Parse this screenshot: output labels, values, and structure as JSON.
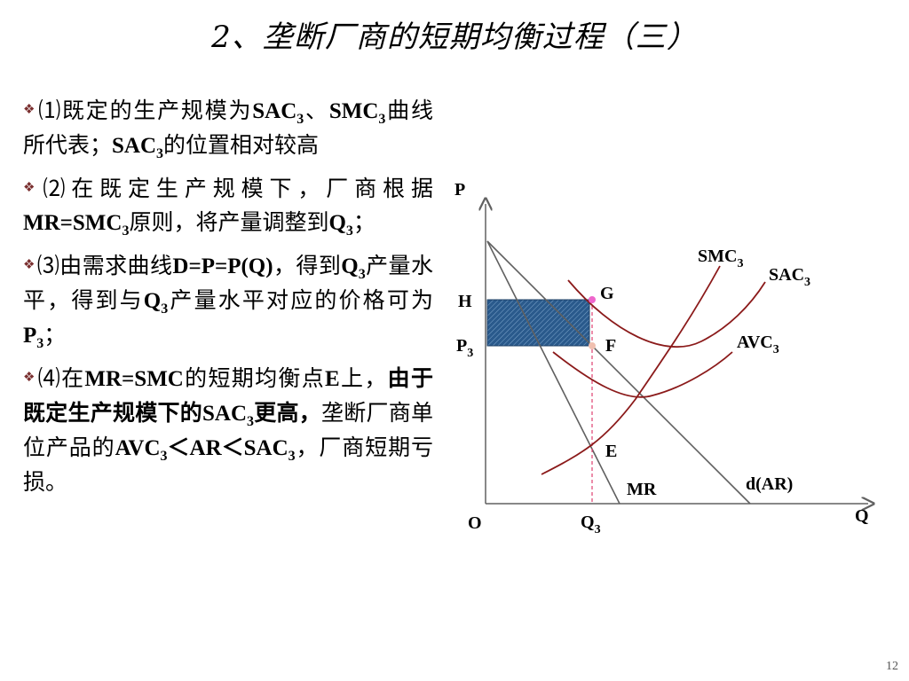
{
  "title": "2、垄断厂商的短期均衡过程（三）",
  "bullets": [
    {
      "marker": "❖",
      "p1": "⑴既定的生产规模为",
      "p2": "SAC",
      "p3": "3",
      "p4": "、",
      "p5": "SMC",
      "p6": "3",
      "p7": "曲线所代表；",
      "p8": "SAC",
      "p9": "3",
      "p10": "的位置相对较高"
    },
    {
      "marker": "❖",
      "p1": "⑵在既定生产规模下，厂商根据",
      "p2": "MR=SMC",
      "p3": "3",
      "p4": "原则，将产量调整到",
      "p5": "Q",
      "p6": "3",
      "p7": "；"
    },
    {
      "marker": "❖",
      "p1": "⑶由需求曲线",
      "p2": "D=P=P(Q)",
      "p3": "，得到",
      "p4": "Q",
      "p5": "3",
      "p6": "产量水平，得到与",
      "p7": "Q",
      "p8": "3",
      "p9": "产量水平对应的价格可为",
      "p10": "P",
      "p11": "3",
      "p12": "；"
    },
    {
      "marker": "❖",
      "p1": "⑷在",
      "p2": "MR=SMC",
      "p3": "的短期均衡点",
      "p4": "E",
      "p5": "上，",
      "p6": "由于既定生产规模下的",
      "p7": "SAC",
      "p8": "3",
      "p9": "更高，",
      "p10": "垄断厂商单位产品的",
      "p11": "AVC",
      "p12": "3",
      "p13": "＜AR＜SAC",
      "p14": "3",
      "p15": "，厂商短期亏损。"
    }
  ],
  "diagram": {
    "axis_y": "P",
    "axis_x": "Q",
    "origin": "O",
    "smc": {
      "name": "SMC",
      "sub": "3"
    },
    "sac": {
      "name": "SAC",
      "sub": "3"
    },
    "avc": {
      "name": "AVC",
      "sub": "3"
    },
    "mr": "MR",
    "demand": "d(AR)",
    "h": "H",
    "g": "G",
    "f": "F",
    "e": "E",
    "p3": {
      "name": "P",
      "sub": "3"
    },
    "q3": {
      "name": "Q",
      "sub": "3"
    }
  },
  "colors": {
    "curve": "#8b1a1a",
    "line": "#606060",
    "shade": "#2a5a8c",
    "guide": "#e04070",
    "point_g": "#ee66cc",
    "point_f": "#f0c0b0"
  },
  "page_number": "12"
}
